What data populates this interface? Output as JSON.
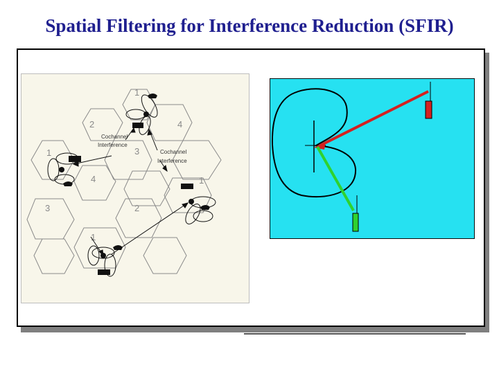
{
  "slide": {
    "title": "Spatial Filtering for Interference Reduction (SFIR)"
  },
  "cell_diagram": {
    "cell_numbers": [
      "1",
      "2",
      "4",
      "1",
      "3",
      "4",
      "1",
      "3",
      "2",
      "1"
    ],
    "labels": {
      "cochannel_left_1": "Cochannel",
      "cochannel_left_2": "Interference",
      "cochannel_right_1": "Cochannel",
      "cochannel_right_2": "Interference"
    }
  },
  "colors": {
    "panel_bg": "#26e1f1",
    "interferer": "#d42020",
    "desired": "#2fd22f",
    "title": "#1f1f8f"
  }
}
